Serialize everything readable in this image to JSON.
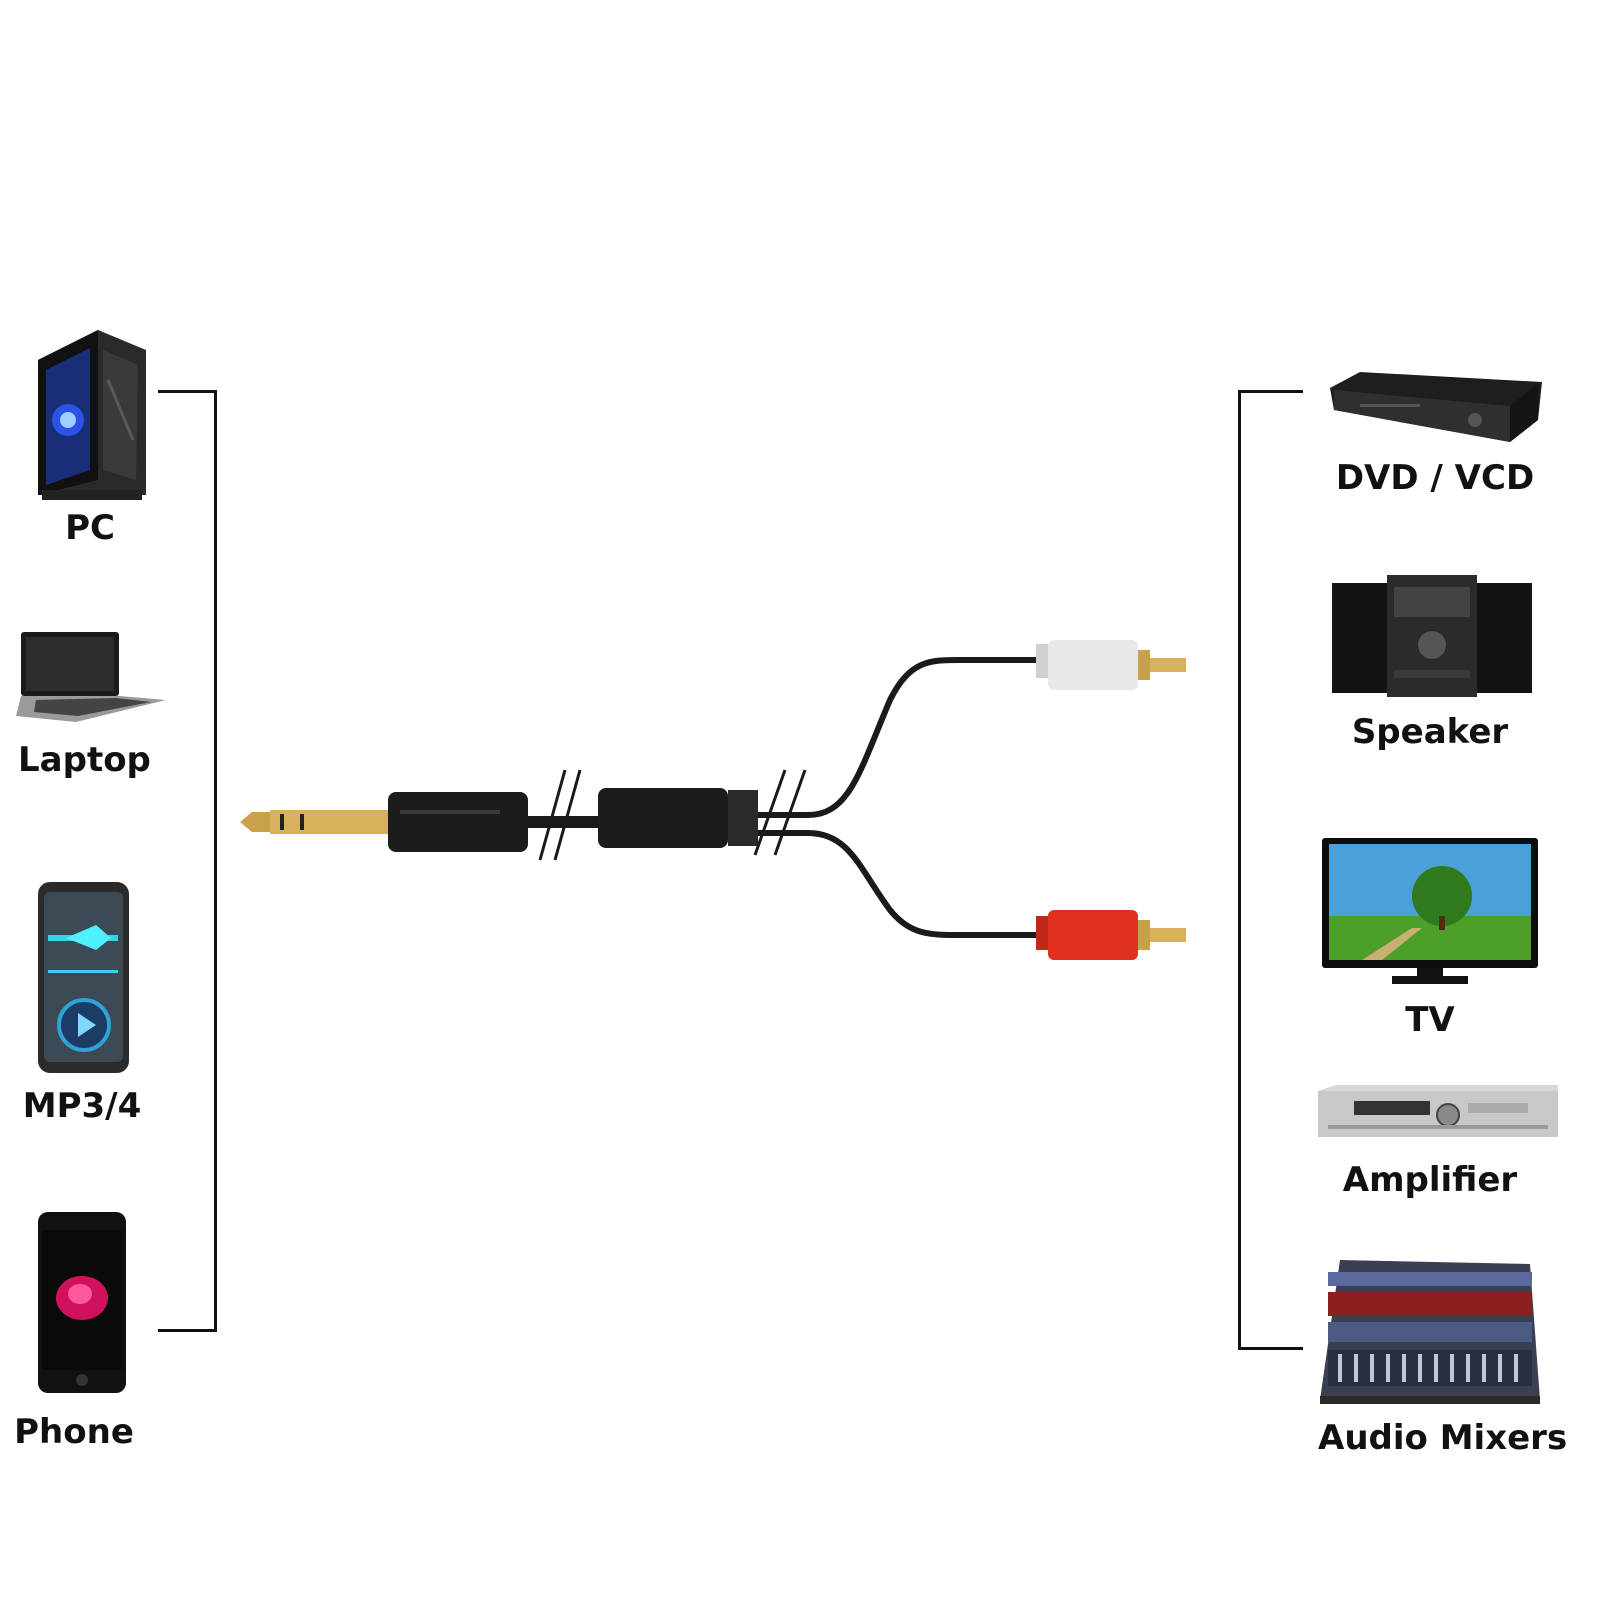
{
  "sources": [
    {
      "id": "pc",
      "label": "PC",
      "icon": "pc-tower-icon"
    },
    {
      "id": "laptop",
      "label": "Laptop",
      "icon": "laptop-icon"
    },
    {
      "id": "mp3",
      "label": "MP3/4",
      "icon": "mp3-player-icon"
    },
    {
      "id": "phone",
      "label": "Phone",
      "icon": "phone-icon"
    }
  ],
  "destinations": [
    {
      "id": "dvd",
      "label": "DVD / VCD",
      "icon": "dvd-player-icon"
    },
    {
      "id": "speaker",
      "label": "Speaker",
      "icon": "speaker-system-icon"
    },
    {
      "id": "tv",
      "label": "TV",
      "icon": "tv-icon"
    },
    {
      "id": "amplifier",
      "label": "Amplifier",
      "icon": "amplifier-icon"
    },
    {
      "id": "mixer",
      "label": "Audio Mixers",
      "icon": "audio-mixer-icon"
    }
  ],
  "cable": {
    "input_plug": "6.35mm TRS plug",
    "outputs": [
      "white RCA plug",
      "red RCA plug"
    ],
    "colors": {
      "cable": "#1a1a1a",
      "gold": "#c9a14a",
      "white_plug": "#e8e8e8",
      "red_plug": "#e0301e"
    }
  }
}
